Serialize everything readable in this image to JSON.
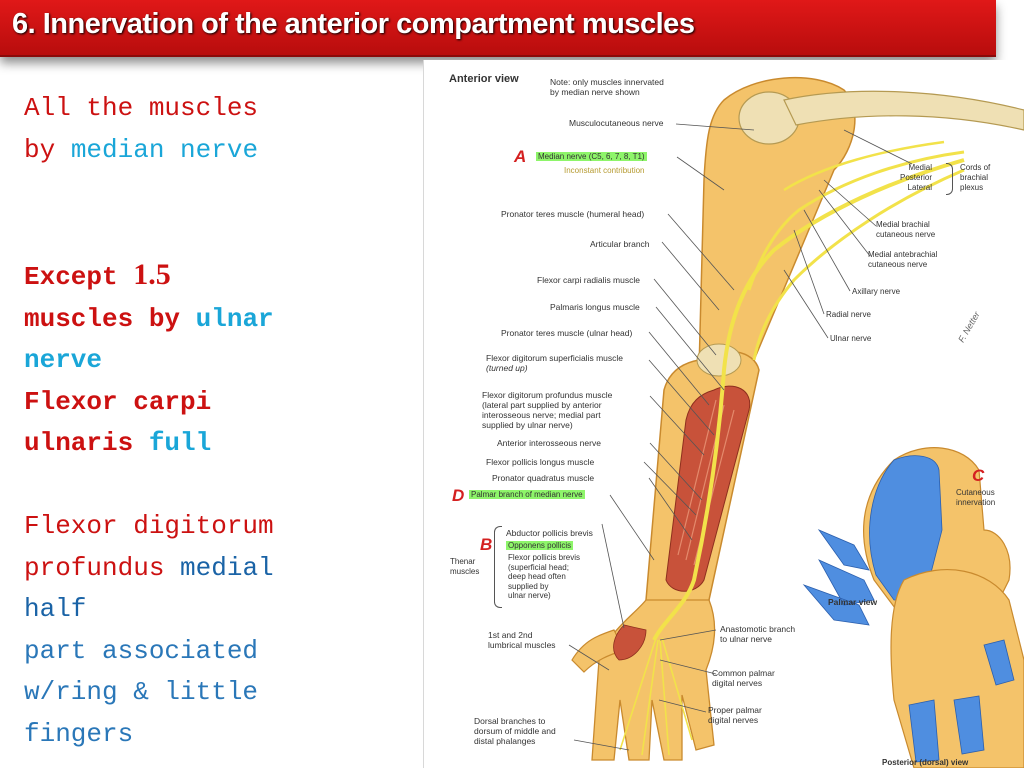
{
  "title": "6. Innervation of the anterior compartment muscles",
  "notes": {
    "l1": "All the muscles",
    "l2a": "by",
    "l2b": "median nerve",
    "l3a": "Except",
    "l3b": "1.5",
    "l4a": "muscles by",
    "l4b": "ulnar",
    "l5": "nerve",
    "l6": "Flexor carpi",
    "l7a": "ulnaris",
    "l7b": "full",
    "l8": "Flexor digitorum",
    "l9a": "profundus",
    "l9b": "medial",
    "l10": "half",
    "l11": "part associated",
    "l12": "w/ring & little",
    "l13": "fingers"
  },
  "figure": {
    "header": "Anterior view",
    "note1": "Note: only muscles innervated",
    "note2": "by median nerve shown",
    "letter_a": "A",
    "letter_b": "B",
    "letter_c": "C",
    "letter_d": "D",
    "median_nerve": "Median nerve (C5, 6, 7, 8, T1)",
    "inconstant": "Inconstant contribution",
    "musculocutaneous": "Musculocutaneous nerve",
    "pronator_teres_humeral": "Pronator teres muscle (humeral head)",
    "articular_branch": "Articular branch",
    "fcr": "Flexor carpi radialis muscle",
    "palmaris": "Palmaris longus muscle",
    "pronator_teres_ulnar": "Pronator teres muscle (ulnar head)",
    "fds1": "Flexor digitorum superficialis muscle",
    "fds2": "(turned up)",
    "fdp1": "Flexor digitorum profundus muscle",
    "fdp2": "(lateral part supplied by anterior",
    "fdp3": "interosseous nerve; medial part",
    "fdp4": "supplied by ulnar nerve)",
    "anterior_interosseous": "Anterior interosseous nerve",
    "fpl": "Flexor pollicis longus muscle",
    "pronator_quadratus": "Pronator quadratus muscle",
    "palmar_branch": "Palmar branch of median nerve",
    "thenar1": "Thenar",
    "thenar2": "muscles",
    "apb": "Abductor pollicis brevis",
    "opponens": "Opponens pollicis",
    "fpb1": "Flexor pollicis brevis",
    "fpb2": "(superficial head;",
    "fpb3": "deep head often",
    "fpb4": "supplied by",
    "fpb5": "ulnar nerve)",
    "lumbricals1": "1st and 2nd",
    "lumbricals2": "lumbrical muscles",
    "dorsal1": "Dorsal branches to",
    "dorsal2": "dorsum of middle and",
    "dorsal3": "distal phalanges",
    "anastomotic1": "Anastomotic branch",
    "anastomotic2": "to ulnar nerve",
    "common_palmar1": "Common palmar",
    "common_palmar2": "digital nerves",
    "proper_palmar1": "Proper palmar",
    "proper_palmar2": "digital nerves",
    "medial": "Medial",
    "posterior": "Posterior",
    "lateral": "Lateral",
    "cords1": "Cords of",
    "cords2": "brachial",
    "cords3": "plexus",
    "medial_brachial1": "Medial brachial",
    "medial_brachial2": "cutaneous nerve",
    "medial_antebrachial1": "Medial antebrachial",
    "medial_antebrachial2": "cutaneous nerve",
    "axillary": "Axillary nerve",
    "radial": "Radial nerve",
    "ulnar": "Ulnar nerve",
    "cutaneous1": "Cutaneous",
    "cutaneous2": "innervation",
    "palmar_view": "Palmar view",
    "posterior_view": "Posterior (dorsal) view",
    "signature": "F. Netter"
  },
  "colors": {
    "title_bar": "#d21414",
    "accent_red": "#cc1111",
    "accent_cyan": "#1aa6d8",
    "accent_blue": "#1a63a6",
    "highlight_green": "#8ef56a",
    "nerve_yellow": "#f2e24a",
    "skin": "#f4c36a",
    "muscle": "#c8523a",
    "median_zone_blue": "#4f8ee0"
  }
}
